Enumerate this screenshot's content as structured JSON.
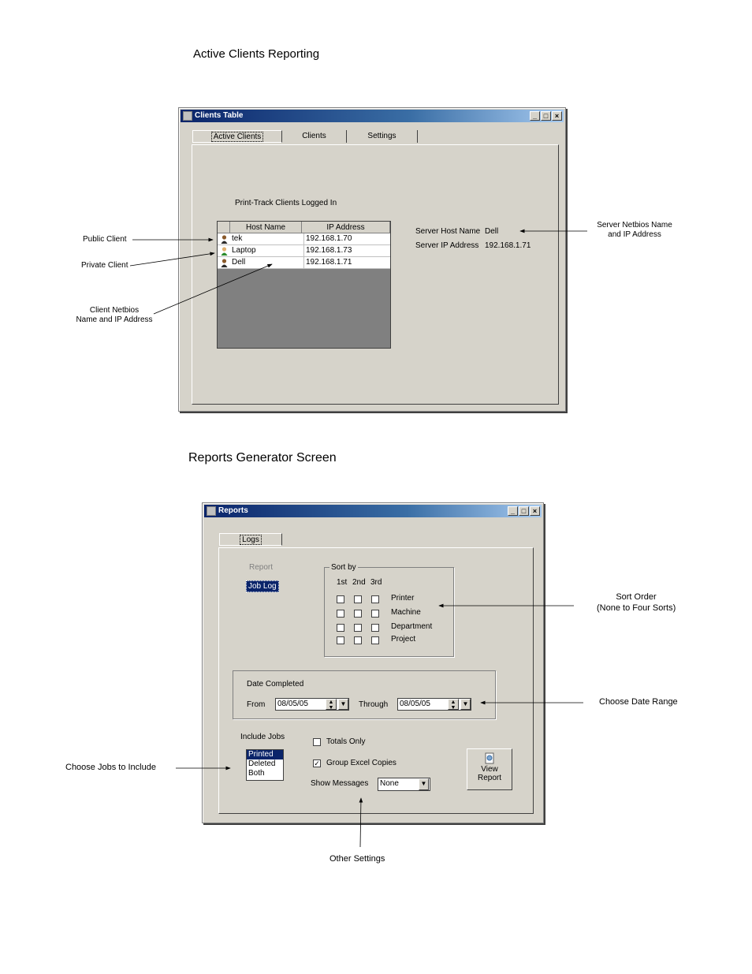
{
  "section1": {
    "heading": "Active Clients Reporting",
    "window": {
      "title": "Clients Table",
      "tabs": [
        "Active Clients",
        "Clients",
        "Settings"
      ],
      "list_label": "Print-Track Clients Logged In",
      "columns": [
        "Host Name",
        "IP Address"
      ],
      "rows": [
        {
          "host": "tek",
          "ip": "192.168.1.70",
          "icon": "public-client-icon"
        },
        {
          "host": "Laptop",
          "ip": "192.168.1.73",
          "icon": "private-client-icon"
        },
        {
          "host": "Dell",
          "ip": "192.168.1.71",
          "icon": "public-client-icon"
        }
      ],
      "server_host_label": "Server Host Name",
      "server_host_value": "Dell",
      "server_ip_label": "Server IP Address",
      "server_ip_value": "192.168.1.71"
    },
    "annotations": {
      "public_client": "Public Client",
      "private_client": "Private Client",
      "client_netbios_1": "Client Netbios",
      "client_netbios_2": "Name and IP Address",
      "server_netbios_1": "Server Netbios Name",
      "server_netbios_2": "and IP Address"
    }
  },
  "section2": {
    "heading": "Reports Generator Screen",
    "window": {
      "title": "Reports",
      "tab": "Logs",
      "report_label": "Report",
      "report_value": "Job Log",
      "sort_by_label": "Sort by",
      "sort_cols": [
        "1st",
        "2nd",
        "3rd"
      ],
      "sort_items": [
        "Printer",
        "Machine",
        "Department",
        "Project"
      ],
      "date_group_label": "Date Completed",
      "from_label": "From",
      "from_value": "08/05/05",
      "through_label": "Through",
      "through_value": "08/05/05",
      "include_jobs_label": "Include Jobs",
      "include_jobs_options": [
        "Printed",
        "Deleted",
        "Both"
      ],
      "include_jobs_selected": "Printed",
      "totals_only_label": "Totals Only",
      "group_excel_label": "Group Excel Copies",
      "show_messages_label": "Show Messages",
      "show_messages_value": "None",
      "view_report_line1": "View",
      "view_report_line2": "Report"
    },
    "annotations": {
      "sort_order_1": "Sort Order",
      "sort_order_2": "(None to Four Sorts)",
      "date_range": "Choose Date Range",
      "jobs_include": "Choose Jobs to Include",
      "other_settings": "Other Settings"
    }
  }
}
